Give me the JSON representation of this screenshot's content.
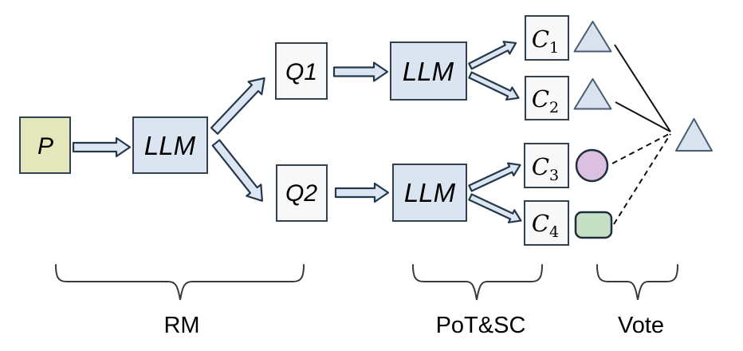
{
  "diagram": {
    "colors": {
      "prompt_fill": "#e4e6bb",
      "llm_fill": "#dbe5f2",
      "plain_fill": "#f7f8f7",
      "box_stroke": "#33404e",
      "arrow_fill": "#dce6f2",
      "arrow_stroke": "#24384c",
      "triangle_fill": "#d9e3f0",
      "triangle_stroke": "#485d71",
      "circle_fill": "#dcc0df",
      "square_fill": "#c5e0c4",
      "dark_stroke": "#1f2d3c",
      "line_color": "#111111",
      "brace_color": "#3a3a3a"
    },
    "nodes": {
      "prompt": {
        "label": "P"
      },
      "rm_llm": {
        "label": "LLM"
      },
      "q1": {
        "label": "Q1"
      },
      "q2": {
        "label": "Q2"
      },
      "pot_llm_top": {
        "label": "LLM"
      },
      "pot_llm_bottom": {
        "label": "LLM"
      },
      "c1": {
        "label": "C",
        "sub": "1"
      },
      "c2": {
        "label": "C",
        "sub": "2"
      },
      "c3": {
        "label": "C",
        "sub": "3"
      },
      "c4": {
        "label": "C",
        "sub": "4"
      }
    },
    "answers": {
      "c1_shape": "triangle",
      "c2_shape": "triangle",
      "c3_shape": "circle",
      "c4_shape": "rounded-square",
      "final_shape": "triangle",
      "majority_link_style": "solid",
      "minority_link_style": "dashed"
    },
    "stages": {
      "rm": {
        "label": "RM"
      },
      "potsc": {
        "label": "PoT&SC"
      },
      "vote": {
        "label": "Vote"
      }
    }
  }
}
